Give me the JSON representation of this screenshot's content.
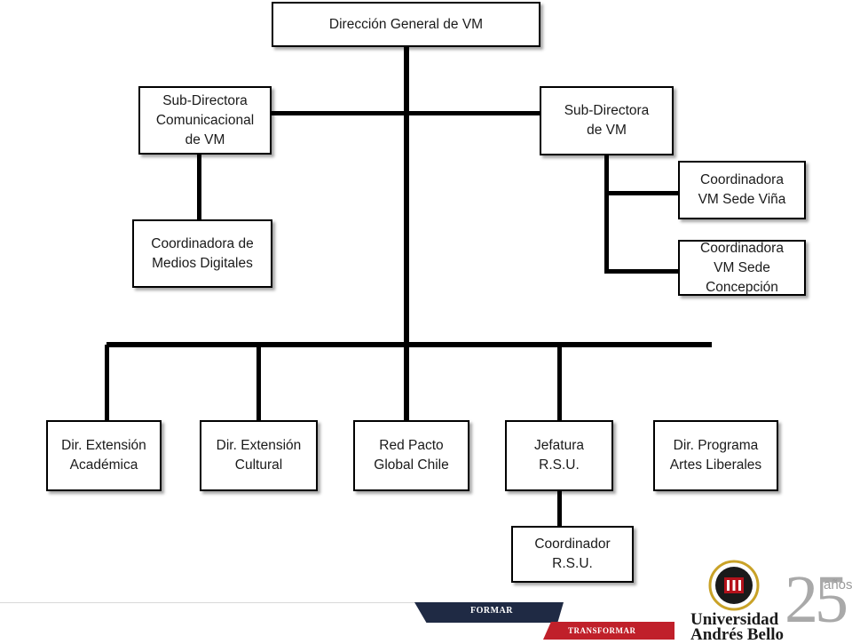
{
  "org_chart": {
    "director": "Dirección General  de VM",
    "subdir_comunicacional": "Sub-Directora\nComunicacional\nde VM",
    "subdir_vm": "Sub-Directora\nde VM",
    "coord_medios": "Coordinadora de\nMedios Digitales",
    "coord_vina": "Coordinadora\nVM Sede Viña",
    "coord_concepcion": "Coordinadora\nVM Sede\nConcepción",
    "dir_ext_academica": "Dir. Extensión\nAcadémica",
    "dir_ext_cultural": "Dir. Extensión\nCultural",
    "red_pacto": "Red Pacto\nGlobal  Chile",
    "jefatura_rsu": "Jefatura\nR.S.U.",
    "dir_artes_liberales": "Dir. Programa\nArtes Liberales",
    "coord_rsu": "Coordinador\nR.S.U."
  },
  "footer": {
    "ribbon_formar": "FORMAR",
    "ribbon_transformar": "TRANSFORMAR",
    "university_line1": "Universidad",
    "university_line2": "Andrés Bello",
    "anniversary_number": "25",
    "anniversary_word": "años"
  },
  "colors": {
    "line": "#000000",
    "ribbon_dark": "#1f2a44",
    "ribbon_red": "#c0202a",
    "brand_red": "#b5121b",
    "seal_gold": "#c9a227"
  }
}
